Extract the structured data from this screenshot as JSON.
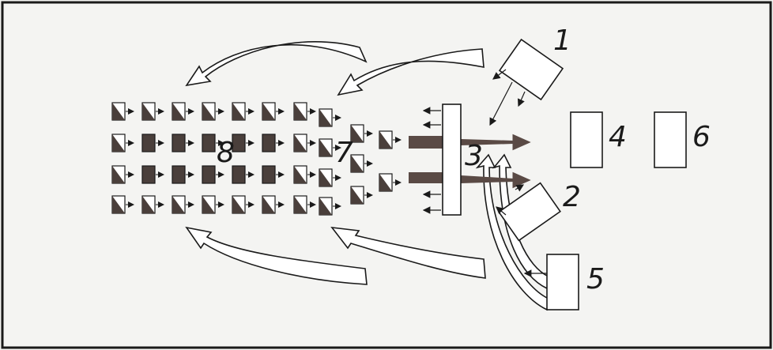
{
  "labels": {
    "l1": "1",
    "l2": "2",
    "l3": "3",
    "l4": "4",
    "l5": "5",
    "l6": "6",
    "l7": "7",
    "l8": "8"
  },
  "colors": {
    "ink": "#1a1a1a",
    "fill": "#4a3f3b",
    "beam": "#5a4a45",
    "paper": "#f4f4f2"
  }
}
